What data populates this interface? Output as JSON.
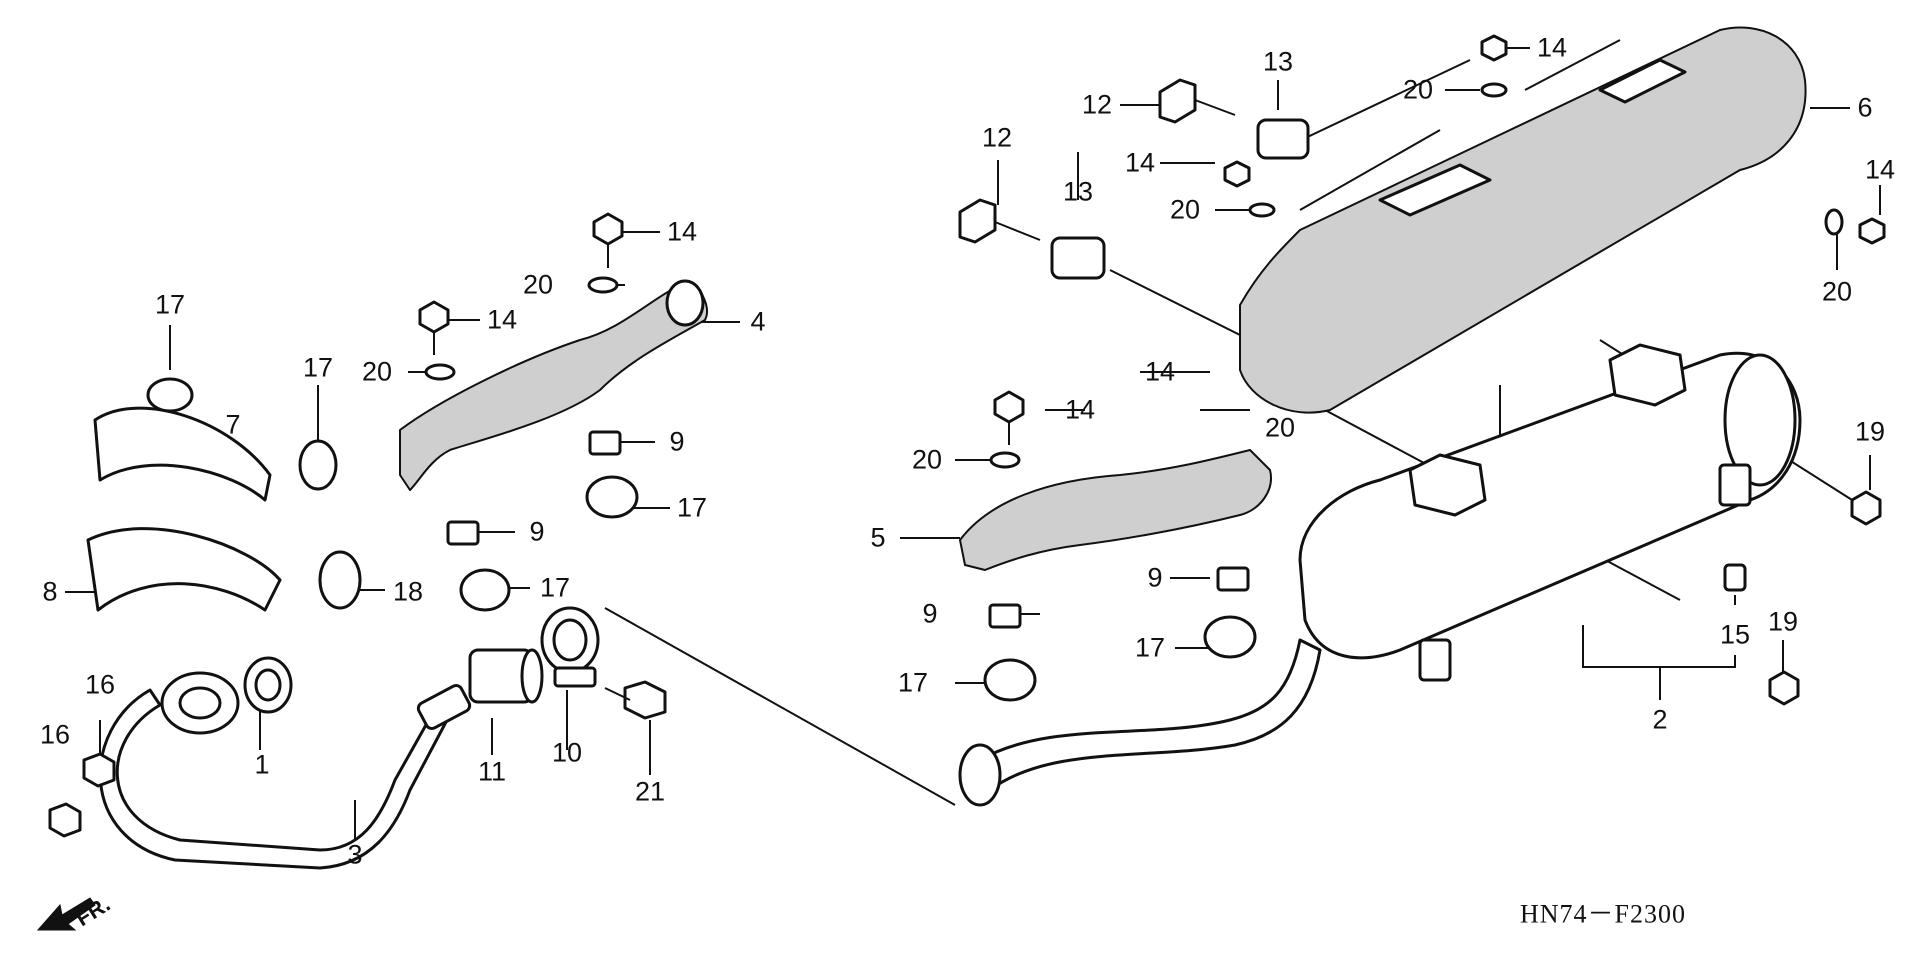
{
  "diagram": {
    "code": "HN74－F2300",
    "front_label": "FR.",
    "callouts": [
      {
        "id": "c1",
        "label": "1"
      },
      {
        "id": "c2",
        "label": "2"
      },
      {
        "id": "c3",
        "label": "3"
      },
      {
        "id": "c4",
        "label": "4"
      },
      {
        "id": "c5",
        "label": "5"
      },
      {
        "id": "c6",
        "label": "6"
      },
      {
        "id": "c7",
        "label": "7"
      },
      {
        "id": "c8",
        "label": "8"
      },
      {
        "id": "c9a",
        "label": "9"
      },
      {
        "id": "c9b",
        "label": "9"
      },
      {
        "id": "c9c",
        "label": "9"
      },
      {
        "id": "c9d",
        "label": "9"
      },
      {
        "id": "c10",
        "label": "10"
      },
      {
        "id": "c11",
        "label": "11"
      },
      {
        "id": "c12a",
        "label": "12"
      },
      {
        "id": "c12b",
        "label": "12"
      },
      {
        "id": "c13a",
        "label": "13"
      },
      {
        "id": "c13b",
        "label": "13"
      },
      {
        "id": "c14a",
        "label": "14"
      },
      {
        "id": "c14b",
        "label": "14"
      },
      {
        "id": "c14c",
        "label": "14"
      },
      {
        "id": "c14d",
        "label": "14"
      },
      {
        "id": "c14e",
        "label": "14"
      },
      {
        "id": "c14f",
        "label": "14"
      },
      {
        "id": "c14g",
        "label": "14"
      },
      {
        "id": "c15",
        "label": "15"
      },
      {
        "id": "c16a",
        "label": "16"
      },
      {
        "id": "c16b",
        "label": "16"
      },
      {
        "id": "c17a",
        "label": "17"
      },
      {
        "id": "c17b",
        "label": "17"
      },
      {
        "id": "c17c",
        "label": "17"
      },
      {
        "id": "c17d",
        "label": "17"
      },
      {
        "id": "c17e",
        "label": "17"
      },
      {
        "id": "c17f",
        "label": "17"
      },
      {
        "id": "c18",
        "label": "18"
      },
      {
        "id": "c19a",
        "label": "19"
      },
      {
        "id": "c19b",
        "label": "19"
      },
      {
        "id": "c20a",
        "label": "20"
      },
      {
        "id": "c20b",
        "label": "20"
      },
      {
        "id": "c20c",
        "label": "20"
      },
      {
        "id": "c20d",
        "label": "20"
      },
      {
        "id": "c20e",
        "label": "20"
      },
      {
        "id": "c20f",
        "label": "20"
      },
      {
        "id": "c21",
        "label": "21"
      }
    ]
  }
}
